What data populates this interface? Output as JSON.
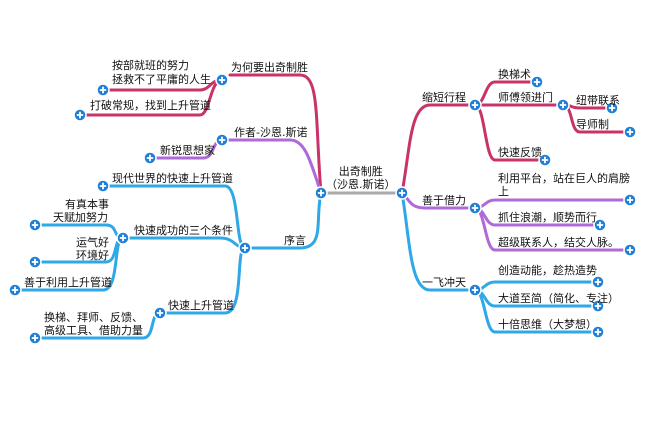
{
  "root": {
    "line1": "出奇制胜",
    "line2": "（沙恩.斯诺）"
  },
  "left": {
    "why": {
      "title": "为何要出奇制胜",
      "items": [
        "按部就班的努力",
        "拯救不了平庸的人生",
        "打破常规，找到上升管道"
      ]
    },
    "author": {
      "title": "作者-沙恩.斯诺",
      "item": "新锐思想家"
    },
    "preface": {
      "title": "序言",
      "modern": "现代世界的快速上升管道",
      "three": {
        "title": "快速成功的三个条件",
        "items": [
          "有真本事",
          "天赋加努力",
          "运气好",
          "环境好",
          "善于利用上升管道"
        ]
      },
      "fast": {
        "title": "快速上升管道",
        "items": [
          "换梯、拜师、反馈、",
          "高级工具、借助力量"
        ]
      }
    }
  },
  "right": {
    "shorten": {
      "title": "缩短行程",
      "ladder": "换梯术",
      "mentor": {
        "title": "师傅领进门",
        "items": [
          "纽带联系",
          "导师制"
        ]
      },
      "feedback": "快速反馈"
    },
    "borrow": {
      "title": "善于借力",
      "items": [
        "利用平台，站在巨人的肩膀",
        "上",
        "抓住浪潮，顺势而行",
        "超级联系人，结交人脉。"
      ]
    },
    "leap": {
      "title": "一飞冲天",
      "items": [
        "创造动能，趁热造势",
        "大道至简（简化、专注）",
        "十倍思维（大梦想）"
      ]
    }
  },
  "colors": {
    "crimson": "#c8336a",
    "purple": "#b06ad8",
    "blue": "#2ea8e6",
    "node": "#1f7fd6",
    "root_line": "#aaaaaa"
  }
}
